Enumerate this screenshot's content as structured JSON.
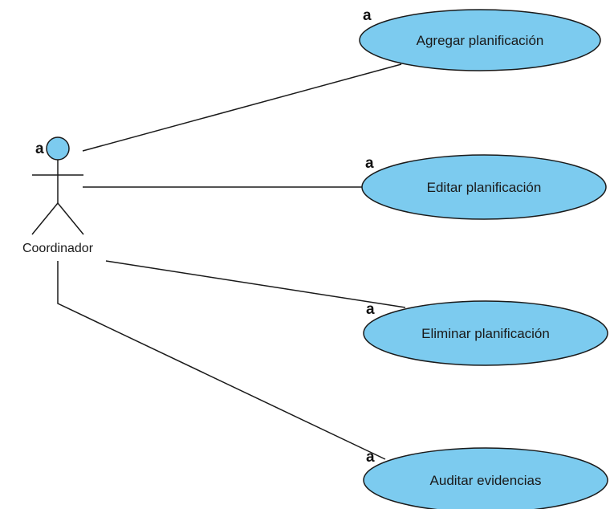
{
  "diagram": {
    "colors": {
      "usecase_fill": "#7ccbef",
      "stroke": "#1a1a1a",
      "actor_head_fill": "#7ccbef"
    },
    "actor": {
      "label": "Coordinador",
      "marker": "a"
    },
    "use_cases": [
      {
        "label": "Agregar planificación",
        "marker": "a"
      },
      {
        "label": "Editar planificación",
        "marker": "a"
      },
      {
        "label": "Eliminar planificación",
        "marker": "a"
      },
      {
        "label": "Auditar evidencias",
        "marker": "a"
      }
    ]
  }
}
